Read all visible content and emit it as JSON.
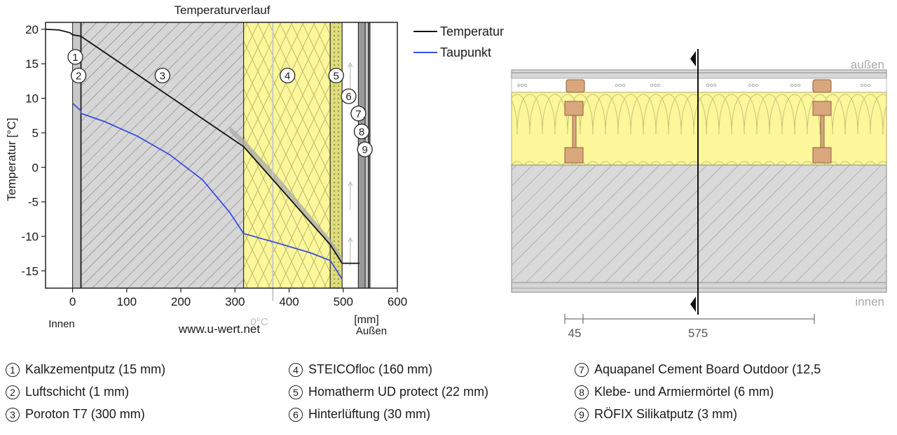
{
  "chart_data": {
    "type": "line",
    "title": "Temperaturverlauf",
    "ylabel": "Temperatur [°C]",
    "xlabel": "[mm]",
    "xlim": [
      -50,
      600
    ],
    "ylim": [
      -17.5,
      21
    ],
    "x_ticks": [
      0,
      100,
      200,
      300,
      400,
      500,
      600
    ],
    "y_ticks": [
      20,
      15,
      10,
      5,
      0,
      -5,
      -10,
      -15
    ],
    "x_tick_labels": [
      "0",
      "100",
      "200",
      "300",
      "400",
      "500",
      "600"
    ],
    "y_tick_labels": [
      "20",
      "15",
      "10",
      "5",
      "0",
      "-5",
      "-10",
      "-15"
    ],
    "legend_position": "top-right (outside)",
    "series": [
      {
        "name": "Temperatur",
        "color": "#111111",
        "x": [
          -50,
          -25,
          -5,
          0,
          15,
          16,
          316,
          476,
          498,
          500,
          530
        ],
        "y": [
          20.0,
          19.9,
          19.5,
          19.2,
          19.0,
          18.95,
          3.0,
          -11.2,
          -13.9,
          -13.9,
          -13.9
        ]
      },
      {
        "name": "Taupunkt",
        "color": "#3b4fe0",
        "x": [
          0,
          15,
          16,
          60,
          120,
          180,
          240,
          290,
          316,
          380,
          440,
          476,
          498
        ],
        "y": [
          9.3,
          8.2,
          7.8,
          6.6,
          4.5,
          1.8,
          -1.8,
          -6.5,
          -9.6,
          -11.0,
          -12.4,
          -13.5,
          -16.2
        ]
      }
    ],
    "layers": [
      {
        "num": "1",
        "x0": 0,
        "x1": 15
      },
      {
        "num": "2",
        "x0": 15,
        "x1": 16
      },
      {
        "num": "3",
        "x0": 16,
        "x1": 316
      },
      {
        "num": "4",
        "x0": 316,
        "x1": 476
      },
      {
        "num": "5",
        "x0": 476,
        "x1": 498
      },
      {
        "num": "6",
        "x0": 498,
        "x1": 528
      },
      {
        "num": "7",
        "x0": 528,
        "x1": 540.5
      },
      {
        "num": "8",
        "x0": 540.5,
        "x1": 546.5
      },
      {
        "num": "9",
        "x0": 546.5,
        "x1": 549.5
      }
    ],
    "annotations": {
      "inside": "Innen",
      "outside": "Außen",
      "zero_label": "0°C",
      "website": "www.u-wert.net"
    }
  },
  "section": {
    "label_top": "außen",
    "label_bottom": "innen",
    "dim_1": "45",
    "dim_2": "575"
  },
  "legend": [
    {
      "num": "1",
      "text": "Kalkzementputz (15 mm)"
    },
    {
      "num": "2",
      "text": "Luftschicht (1 mm)"
    },
    {
      "num": "3",
      "text": "Poroton T7 (300 mm)"
    },
    {
      "num": "4",
      "text": "STEICOfloc (160 mm)"
    },
    {
      "num": "5",
      "text": "Homatherm UD protect (22 mm)"
    },
    {
      "num": "6",
      "text": "Hinterlüftung (30 mm)"
    },
    {
      "num": "7",
      "text": "Aquapanel Cement Board Outdoor (12,5"
    },
    {
      "num": "8",
      "text": "Klebe- und Armiermörtel (6 mm)"
    },
    {
      "num": "9",
      "text": "RÖFIX Silikatputz (3 mm)"
    }
  ]
}
